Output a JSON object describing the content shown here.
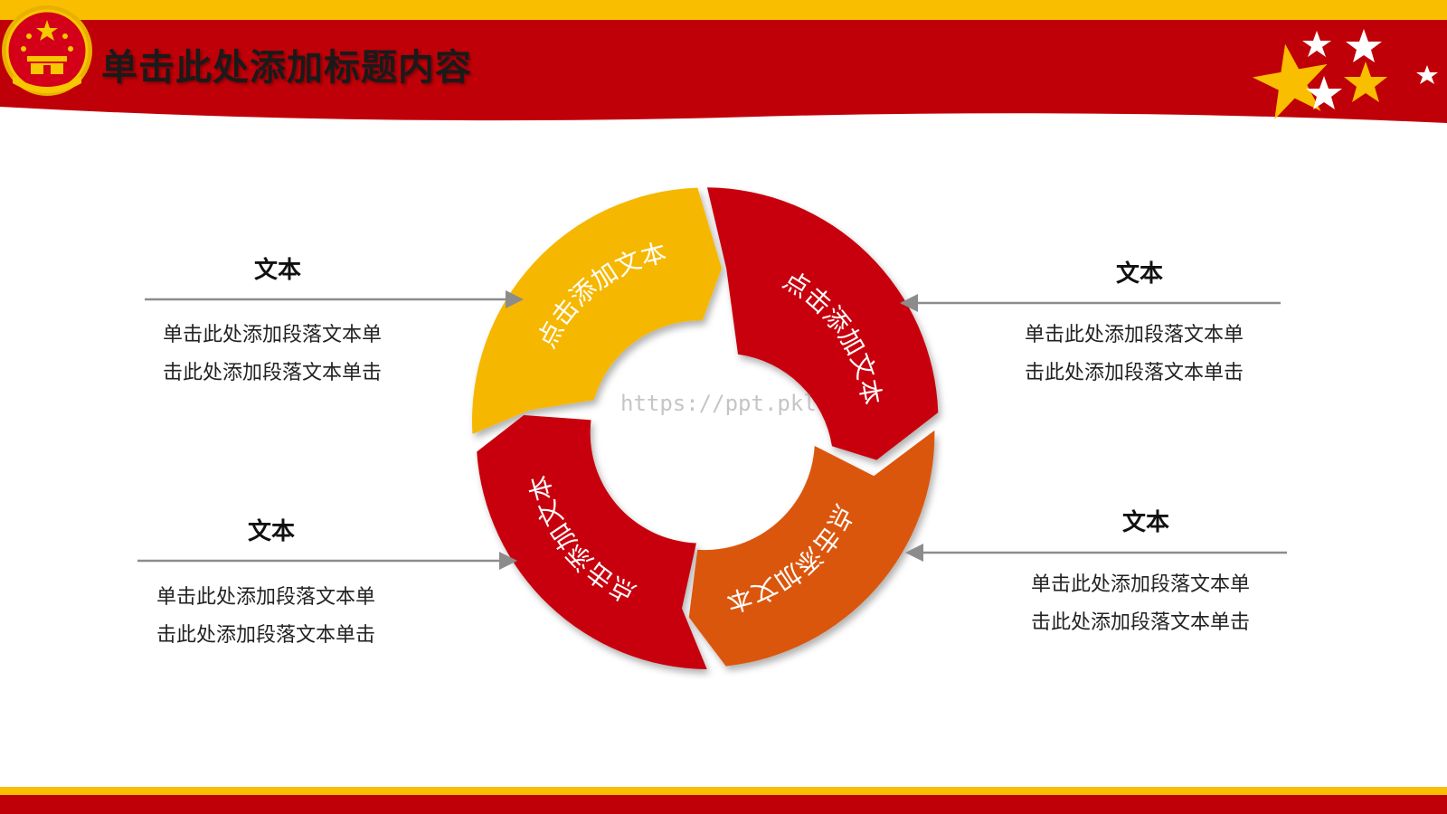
{
  "title": "单击此处添加标题内容",
  "watermark": "https://ppt.pkll.d",
  "colors": {
    "red": "#C00008",
    "gold": "#F9BE00",
    "yellow_segment": "#F6B700",
    "red_segment": "#C8000A",
    "orange_segment": "#DB5610",
    "arrow_gray": "#8C8C8C"
  },
  "icons": {
    "emblem": "national-emblem-icon",
    "stars": "five-star-cluster-icon"
  },
  "cycle": {
    "segments": [
      {
        "label": "点击添加文本",
        "color": "yellow"
      },
      {
        "label": "点击添加文本",
        "color": "red"
      },
      {
        "label": "点击添加文本",
        "color": "orange"
      },
      {
        "label": "点击添加文本",
        "color": "red"
      }
    ]
  },
  "callouts": [
    {
      "heading": "文本",
      "lines": [
        "单击此处添加段落文本单",
        "击此处添加段落文本单击"
      ]
    },
    {
      "heading": "文本",
      "lines": [
        "单击此处添加段落文本单",
        "击此处添加段落文本单击"
      ]
    },
    {
      "heading": "文本",
      "lines": [
        "单击此处添加段落文本单",
        "击此处添加段落文本单击"
      ]
    },
    {
      "heading": "文本",
      "lines": [
        "单击此处添加段落文本单",
        "击此处添加段落文本单击"
      ]
    }
  ]
}
